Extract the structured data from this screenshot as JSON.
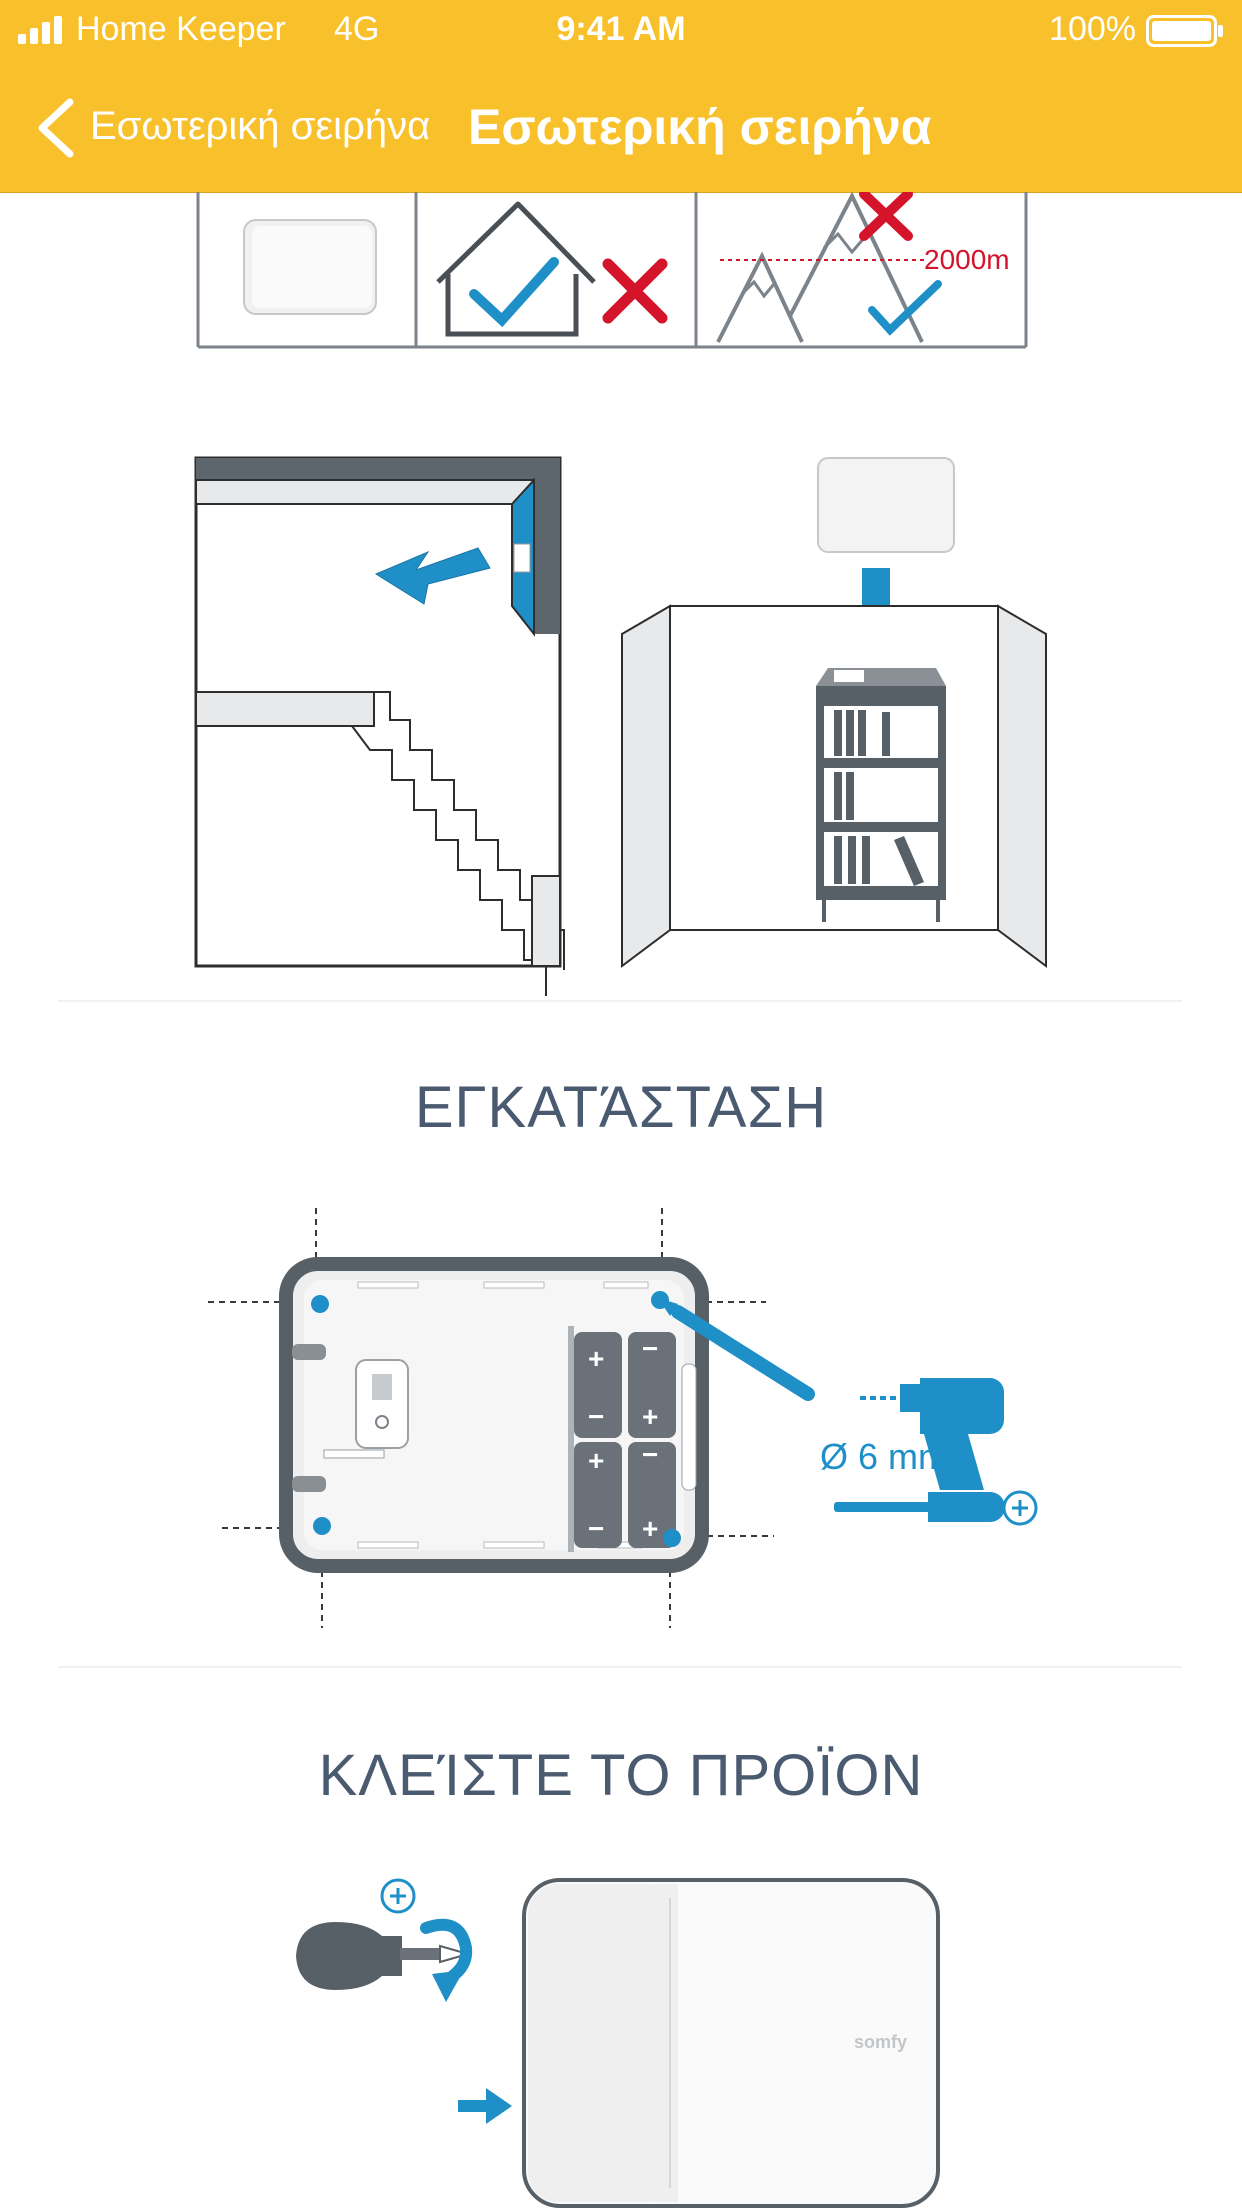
{
  "status_bar": {
    "carrier": "Home Keeper",
    "network": "4G",
    "time": "9:41 AM",
    "battery": "100%"
  },
  "nav": {
    "back_label": "Εσωτερική σειρήνα",
    "title": "Εσωτερική σειρήνα"
  },
  "placement": {
    "altitude_label": "2000m"
  },
  "sections": {
    "installation": {
      "title": "ΕΓΚΑΤΆΣΤΑΣΗ",
      "drill_label": "Ø 6 mm"
    },
    "close": {
      "title": "ΚΛΕΊΣΤΕ ΤΟ ΠΡΟΪΟΝ",
      "brand": "somfy"
    }
  },
  "colors": {
    "bar": "#f8c12b",
    "blue": "#1f8fc7",
    "red": "#d4142a",
    "dark": "#575f67"
  }
}
